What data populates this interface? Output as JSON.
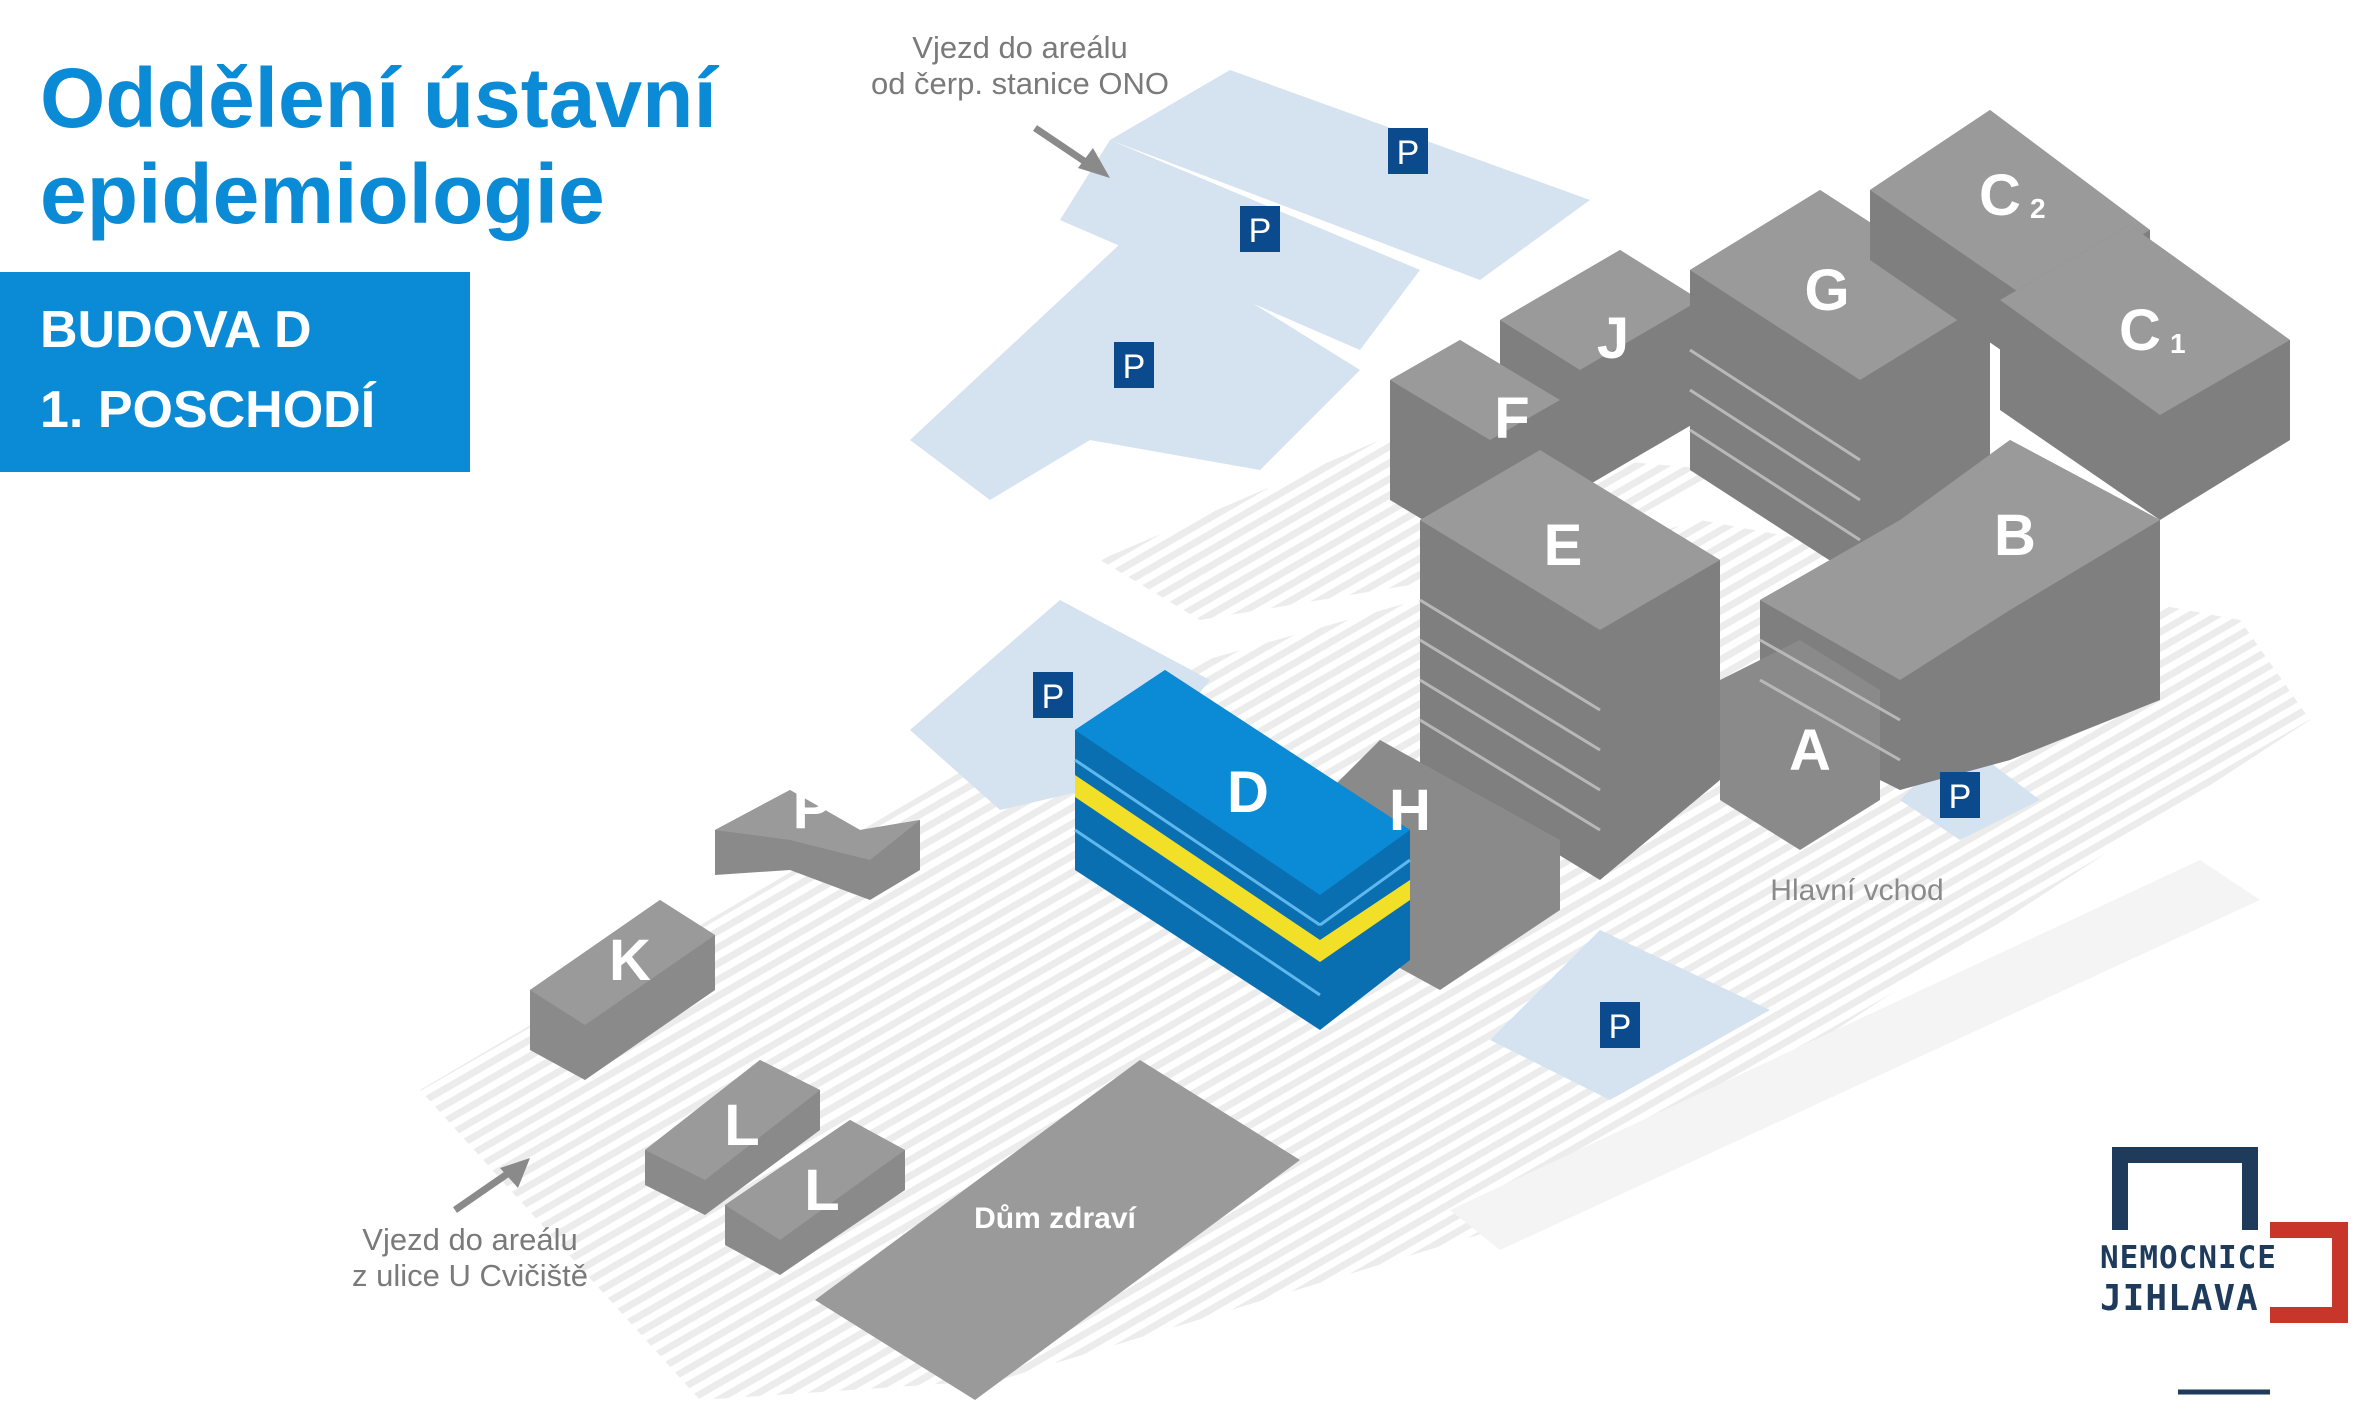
{
  "title_line1": "Oddělení ústavní",
  "title_line2": "epidemiologie",
  "badge": {
    "line1": "BUDOVA D",
    "line2": "1. POSCHODÍ"
  },
  "entrances": {
    "top_line1": "Vjezd do areálu",
    "top_line2": "od čerp. stanice ONO",
    "bottom_line1": "Vjezd do areálu",
    "bottom_line2": "z ulice U Cvičiště"
  },
  "main_entrance": "Hlavní vchod",
  "buildings": {
    "d": "D",
    "h": "H",
    "e": "E",
    "f": "F",
    "j": "J",
    "g": "G",
    "c2": "C",
    "c2_sub": "2",
    "c1": "C",
    "c1_sub": "1",
    "b": "B",
    "a": "A",
    "p": "P",
    "k": "K",
    "l1": "L",
    "l2": "L",
    "dum_zdravi": "Dům zdraví"
  },
  "parking_label": "P",
  "logo": {
    "line1": "NEMOCNICE",
    "line2": "JIHLAVA"
  },
  "colors": {
    "highlight": "#0b8bd6",
    "floor": "#f2df27",
    "building": "#9a9a9a",
    "parking": "#d5e2f0",
    "parking_sign": "#0b4a8c",
    "logo_blue": "#1e3b5c",
    "logo_red": "#c8352b"
  }
}
